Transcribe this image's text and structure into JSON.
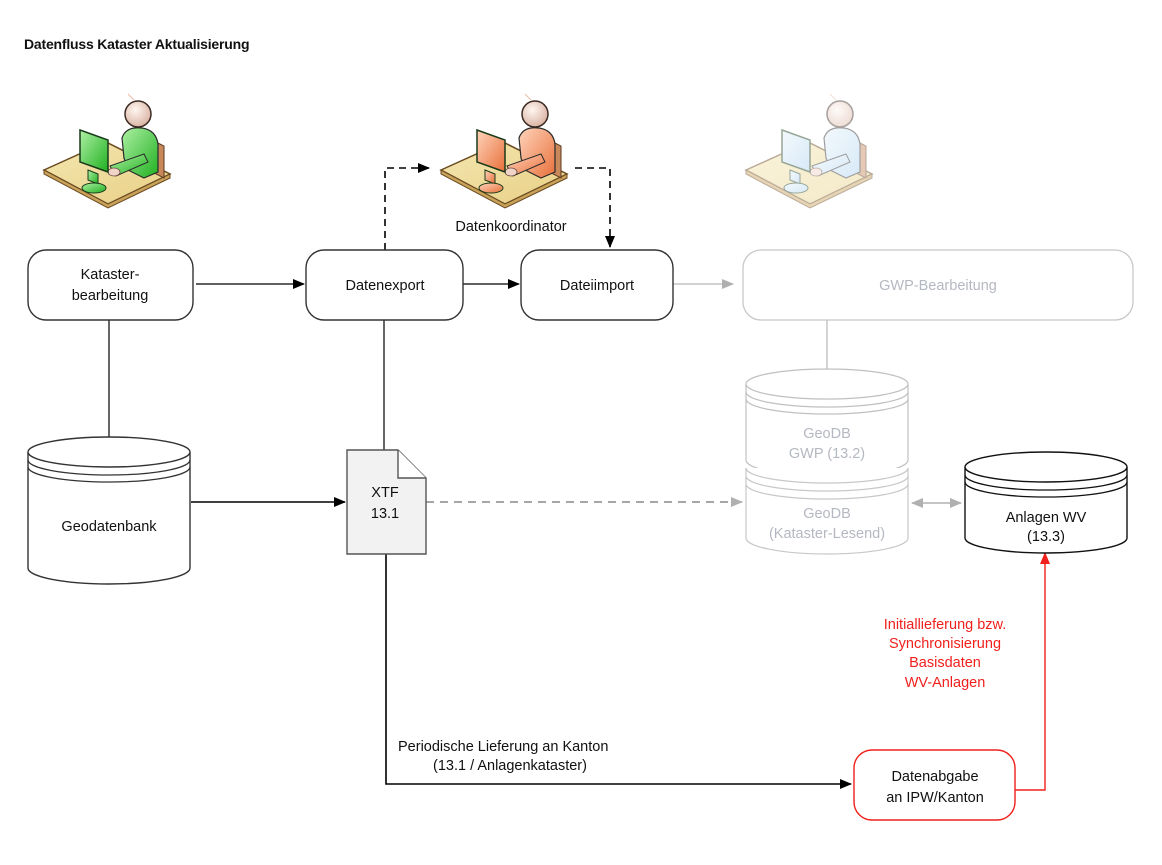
{
  "title": "Datenfluss Kataster Aktualisierung",
  "actors": [
    {
      "id": "actor-kataster",
      "color": "green",
      "label": ""
    },
    {
      "id": "actor-datenkoordinator",
      "color": "orange",
      "label": "Datenkoordinator"
    },
    {
      "id": "actor-gwp",
      "color": "blue",
      "label": "",
      "faded": true
    }
  ],
  "nodes": {
    "kataster": {
      "line1": "Kataster-",
      "line2": "bearbeitung"
    },
    "datenexport": {
      "label": "Datenexport"
    },
    "dateiimport": {
      "label": "Dateiimport"
    },
    "gwp": {
      "label": "GWP-Bearbeitung",
      "faded": true
    },
    "geodatenbank": {
      "label": "Geodatenbank"
    },
    "xtf": {
      "line1": "XTF",
      "line2": "13.1"
    },
    "geodb_gwp": {
      "line1": "GeoDB",
      "line2": "GWP (13.2)",
      "faded": true
    },
    "geodb_kataster": {
      "line1": "GeoDB",
      "line2": "(Kataster-Lesend)",
      "faded": true
    },
    "anlagen_wv": {
      "line1": "Anlagen WV",
      "line2": "(13.3)"
    },
    "datenabgabe": {
      "line1": "Datenabgabe",
      "line2": "an IPW/Kanton",
      "accent": "#f0201c"
    }
  },
  "annotations": {
    "periodisch": {
      "line1": "Periodische Lieferung an Kanton",
      "line2": "(13.1 / Anlagenkataster)"
    },
    "initial": {
      "line1": "Initiallieferung bzw.",
      "line2": "Synchronisierung",
      "line3": "Basisdaten",
      "line4": "WV-Anlagen",
      "color": "#f0201c"
    }
  },
  "colors": {
    "line": "#000000",
    "faded": "#b8b8b8",
    "accent_red": "#f0201c"
  }
}
